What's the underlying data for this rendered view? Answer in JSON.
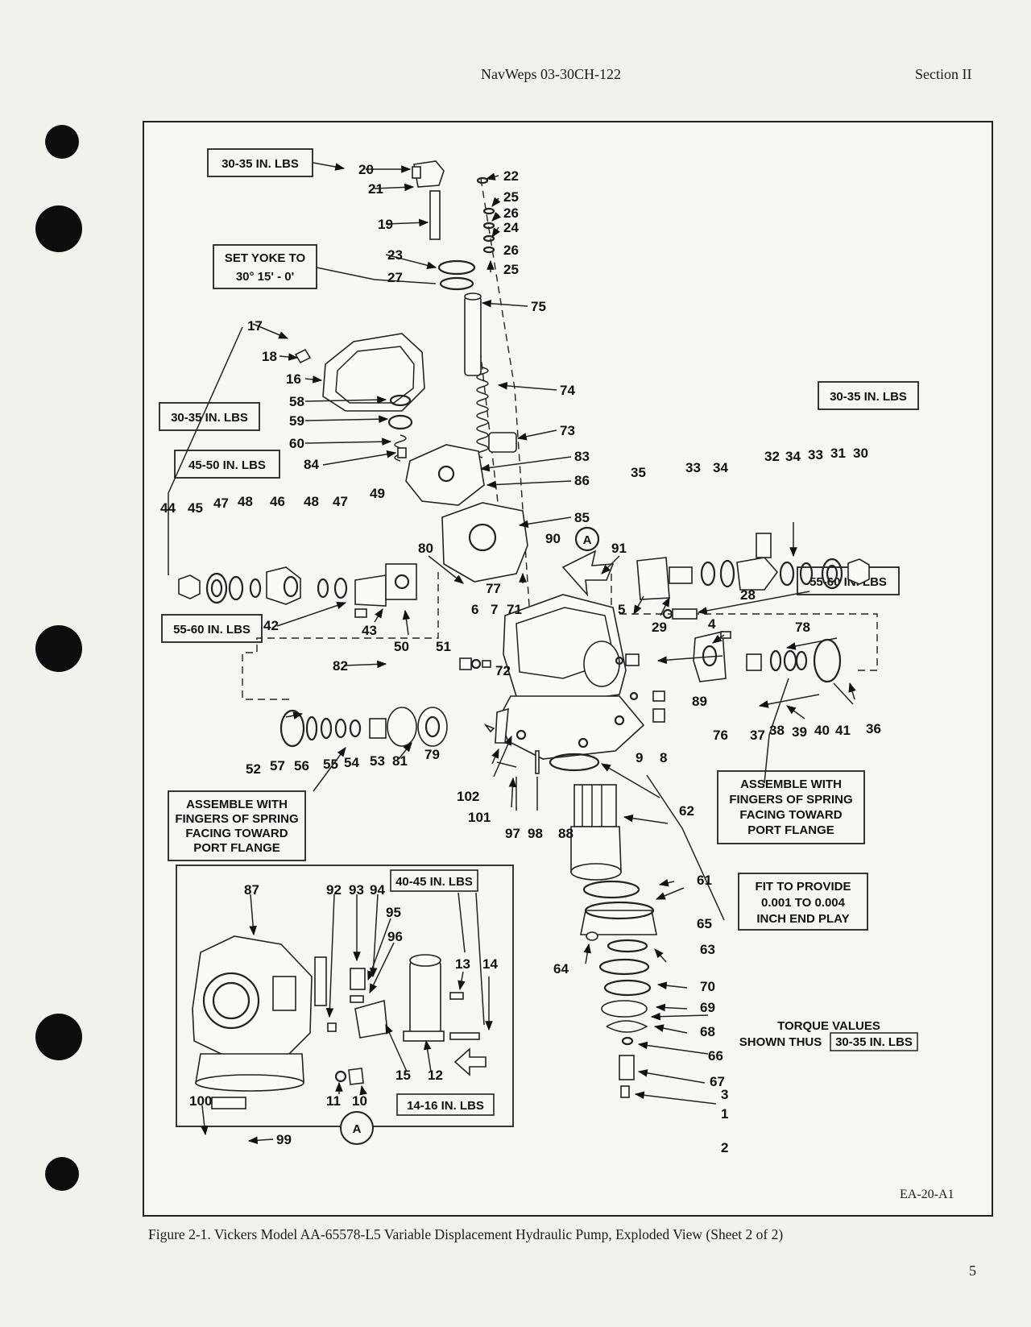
{
  "header": {
    "doc_number": "NavWeps 03-30CH-122",
    "section": "Section II"
  },
  "figure": {
    "caption": "Figure 2-1. Vickers Model AA-65578-L5 Variable Displacement Hydraulic Pump, Exploded View (Sheet 2 of 2)",
    "id_code": "EA-20-A1",
    "torque_legend": {
      "line1": "TORQUE VALUES",
      "line2": "SHOWN THUS",
      "sample": "30-35 IN. LBS"
    },
    "callouts": {
      "t_top": "30-35 IN. LBS",
      "yoke_1": "SET YOKE TO",
      "yoke_2": "30°   15' - 0'",
      "t_left": "30-35 IN. LBS",
      "t_4550": "45-50 IN. LBS",
      "t_5560_left": "55-60 IN. LBS",
      "t_right": "30-35 IN. LBS",
      "t_5560_right": "55-60 IN. LBS",
      "assemble_left": [
        "ASSEMBLE WITH",
        "FINGERS OF SPRING",
        "FACING TOWARD",
        "PORT FLANGE"
      ],
      "assemble_right": [
        "ASSEMBLE WITH",
        "FINGERS OF SPRING",
        "FACING TOWARD",
        "PORT FLANGE"
      ],
      "fit": [
        "FIT TO PROVIDE",
        "0.001 TO 0.004",
        "INCH END PLAY"
      ],
      "t_4045": "40-45 IN. LBS",
      "t_1416": "14-16 IN. LBS",
      "detail_a": "A",
      "view_a": "A"
    },
    "item_numbers": [
      "20",
      "21",
      "22",
      "25",
      "26",
      "24",
      "26",
      "25",
      "19",
      "23",
      "27",
      "75",
      "17",
      "18",
      "16",
      "58",
      "59",
      "60",
      "74",
      "73",
      "84",
      "83",
      "86",
      "85",
      "44",
      "45",
      "47",
      "48",
      "46",
      "48",
      "47",
      "49",
      "80",
      "77",
      "90",
      "91",
      "35",
      "33",
      "34",
      "32",
      "34",
      "33",
      "31",
      "30",
      "28",
      "29",
      "42",
      "43",
      "50",
      "51",
      "6",
      "7",
      "71",
      "72",
      "5",
      "4",
      "78",
      "82",
      "89",
      "9",
      "8",
      "76",
      "37",
      "38",
      "39",
      "40",
      "41",
      "36",
      "52",
      "57",
      "56",
      "55",
      "54",
      "53",
      "81",
      "79",
      "102",
      "101",
      "97",
      "98",
      "88",
      "62",
      "61",
      "65",
      "63",
      "70",
      "69",
      "68",
      "66",
      "67",
      "64",
      "3",
      "1",
      "2",
      "87",
      "92",
      "93",
      "94",
      "95",
      "96",
      "13",
      "14",
      "15",
      "12",
      "11",
      "10",
      "100",
      "99"
    ]
  }
}
